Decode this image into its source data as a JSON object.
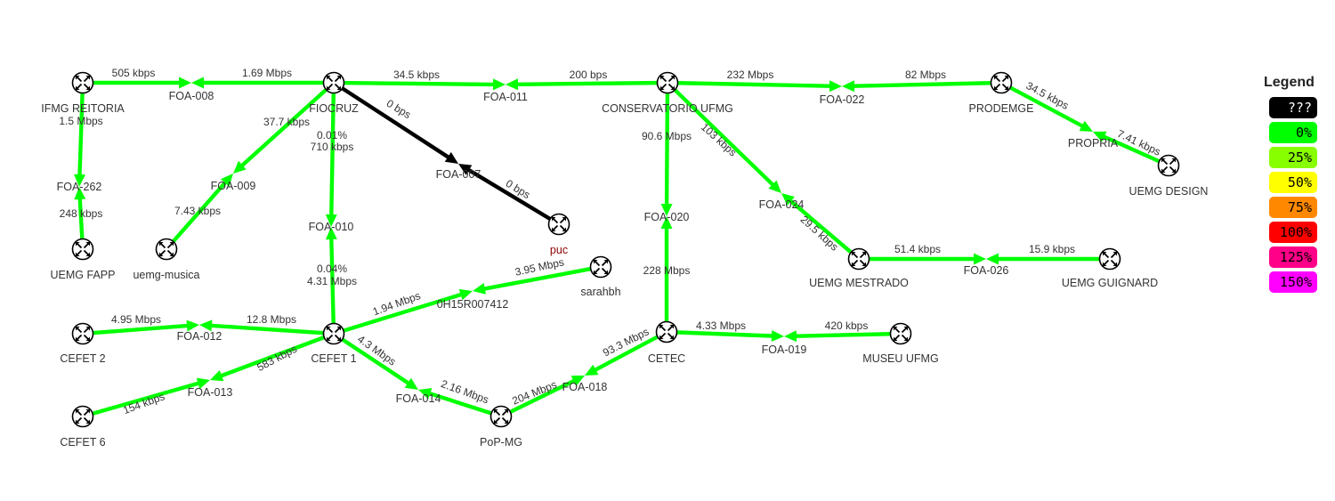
{
  "colors": {
    "link_ok": "#00ff00",
    "link_unknown": "#000000",
    "node_label": "#333333",
    "node_label_down": "#8b0000"
  },
  "nodes": [
    {
      "id": "ifmg",
      "label": "IFMG REITORIA",
      "router": true
    },
    {
      "id": "foa008",
      "label": "FOA-008",
      "router": false
    },
    {
      "id": "fiocruz",
      "label": "FIOCRUZ",
      "router": true
    },
    {
      "id": "foa011",
      "label": "FOA-011",
      "router": false
    },
    {
      "id": "conserv",
      "label": "CONSERVATORIO UFMG",
      "router": true
    },
    {
      "id": "foa022",
      "label": "FOA-022",
      "router": false
    },
    {
      "id": "prodemge",
      "label": "PRODEMGE",
      "router": true
    },
    {
      "id": "propria",
      "label": "PROPRIA",
      "router": false
    },
    {
      "id": "uemgdesign",
      "label": "UEMG DESIGN",
      "router": true
    },
    {
      "id": "foa262",
      "label": "FOA-262",
      "router": false
    },
    {
      "id": "uemgfapp",
      "label": "UEMG FAPP",
      "router": true
    },
    {
      "id": "foa009",
      "label": "FOA-009",
      "router": false
    },
    {
      "id": "uemgmusica",
      "label": "uemg-musica",
      "router": true
    },
    {
      "id": "foa010",
      "label": "FOA-010",
      "router": false
    },
    {
      "id": "foa007",
      "label": "FOA-007",
      "router": false
    },
    {
      "id": "puc",
      "label": "puc",
      "router": true,
      "down": true
    },
    {
      "id": "foa020",
      "label": "FOA-020",
      "router": false
    },
    {
      "id": "foa024",
      "label": "FOA-024",
      "router": false
    },
    {
      "id": "uemgmestrado",
      "label": "UEMG MESTRADO",
      "router": true
    },
    {
      "id": "foa026",
      "label": "FOA-026",
      "router": false
    },
    {
      "id": "uemgguignard",
      "label": "UEMG GUIGNARD",
      "router": true
    },
    {
      "id": "sarahbh",
      "label": "sarahbh",
      "router": true
    },
    {
      "id": "oh15r",
      "label": "0H15R007412",
      "router": false
    },
    {
      "id": "cefet2",
      "label": "CEFET 2",
      "router": true
    },
    {
      "id": "foa012",
      "label": "FOA-012",
      "router": false
    },
    {
      "id": "cefet1",
      "label": "CEFET 1",
      "router": true
    },
    {
      "id": "cetec",
      "label": "CETEC",
      "router": true
    },
    {
      "id": "foa019",
      "label": "FOA-019",
      "router": false
    },
    {
      "id": "museu",
      "label": "MUSEU UFMG",
      "router": true
    },
    {
      "id": "foa013",
      "label": "FOA-013",
      "router": false
    },
    {
      "id": "cefet6",
      "label": "CEFET 6",
      "router": true
    },
    {
      "id": "foa014",
      "label": "FOA-014",
      "router": false
    },
    {
      "id": "popmg",
      "label": "PoP-MG",
      "router": true
    },
    {
      "id": "foa018",
      "label": "FOA-018",
      "router": false
    }
  ],
  "links": [
    {
      "from": "ifmg",
      "to": "foa008",
      "label": "505 kbps",
      "status": "ok"
    },
    {
      "from": "fiocruz",
      "to": "foa008",
      "label": "1.69 Mbps",
      "status": "ok"
    },
    {
      "from": "fiocruz",
      "to": "foa011",
      "label": "34.5 kbps",
      "status": "ok"
    },
    {
      "from": "conserv",
      "to": "foa011",
      "label": "200 bps",
      "status": "ok"
    },
    {
      "from": "conserv",
      "to": "foa022",
      "label": "232 Mbps",
      "status": "ok"
    },
    {
      "from": "prodemge",
      "to": "foa022",
      "label": "82 Mbps",
      "status": "ok"
    },
    {
      "from": "prodemge",
      "to": "propria",
      "label": "34.5 kbps",
      "status": "ok"
    },
    {
      "from": "uemgdesign",
      "to": "propria",
      "label": "7.41 kbps",
      "status": "ok"
    },
    {
      "from": "ifmg",
      "to": "foa262",
      "label": "1.5 Mbps",
      "status": "ok"
    },
    {
      "from": "uemgfapp",
      "to": "foa262",
      "label": "248 kbps",
      "status": "ok"
    },
    {
      "from": "fiocruz",
      "to": "foa009",
      "label": "37.7 kbps",
      "status": "ok"
    },
    {
      "from": "uemgmusica",
      "to": "foa009",
      "label": "7.43 kbps",
      "status": "ok"
    },
    {
      "from": "fiocruz",
      "to": "foa010",
      "label": "0.01%",
      "label2": "710 kbps",
      "status": "ok"
    },
    {
      "from": "cefet1",
      "to": "foa010",
      "label": "0.04%",
      "label2": "4.31 Mbps",
      "status": "ok"
    },
    {
      "from": "fiocruz",
      "to": "foa007",
      "label": "0 bps",
      "status": "unknown"
    },
    {
      "from": "puc",
      "to": "foa007",
      "label": "0 bps",
      "status": "unknown"
    },
    {
      "from": "conserv",
      "to": "foa020",
      "label": "90.6 Mbps",
      "status": "ok"
    },
    {
      "from": "cetec",
      "to": "foa020",
      "label": "228 Mbps",
      "status": "ok"
    },
    {
      "from": "conserv",
      "to": "foa024",
      "label": "103 kbps",
      "status": "ok"
    },
    {
      "from": "uemgmestrado",
      "to": "foa024",
      "label": "29.5 kbps",
      "status": "ok"
    },
    {
      "from": "uemgmestrado",
      "to": "foa026",
      "label": "51.4 kbps",
      "status": "ok"
    },
    {
      "from": "uemgguignard",
      "to": "foa026",
      "label": "15.9 kbps",
      "status": "ok"
    },
    {
      "from": "sarahbh",
      "to": "oh15r",
      "label": "3.95 Mbps",
      "status": "ok"
    },
    {
      "from": "cefet1",
      "to": "oh15r",
      "label": "1.94 Mbps",
      "status": "ok"
    },
    {
      "from": "cefet2",
      "to": "foa012",
      "label": "4.95 Mbps",
      "status": "ok"
    },
    {
      "from": "cefet1",
      "to": "foa012",
      "label": "12.8 Mbps",
      "status": "ok"
    },
    {
      "from": "cetec",
      "to": "foa019",
      "label": "4.33 Mbps",
      "status": "ok"
    },
    {
      "from": "museu",
      "to": "foa019",
      "label": "420 kbps",
      "status": "ok"
    },
    {
      "from": "cefet1",
      "to": "foa013",
      "label": "583 kbps",
      "status": "ok"
    },
    {
      "from": "cefet6",
      "to": "foa013",
      "label": "154 kbps",
      "status": "ok"
    },
    {
      "from": "cefet1",
      "to": "foa014",
      "label": "4.3 Mbps",
      "status": "ok"
    },
    {
      "from": "popmg",
      "to": "foa014",
      "label": "2.16 Mbps",
      "status": "ok"
    },
    {
      "from": "popmg",
      "to": "foa018",
      "label": "204 Mbps",
      "status": "ok"
    },
    {
      "from": "cetec",
      "to": "foa018",
      "label": "93.3 Mbps",
      "status": "ok"
    }
  ],
  "legend": {
    "title": "Legend",
    "items": [
      {
        "label": "???",
        "color": "#000000",
        "text_color": "#ffffff"
      },
      {
        "label": "0%",
        "color": "#00ff00",
        "text_color": "#000000"
      },
      {
        "label": "25%",
        "color": "#88ff00",
        "text_color": "#000000"
      },
      {
        "label": "50%",
        "color": "#ffff00",
        "text_color": "#000000"
      },
      {
        "label": "75%",
        "color": "#ff8800",
        "text_color": "#000000"
      },
      {
        "label": "100%",
        "color": "#ff0000",
        "text_color": "#000000"
      },
      {
        "label": "125%",
        "color": "#ff0088",
        "text_color": "#000000"
      },
      {
        "label": "150%",
        "color": "#ff00ff",
        "text_color": "#000000"
      }
    ]
  }
}
